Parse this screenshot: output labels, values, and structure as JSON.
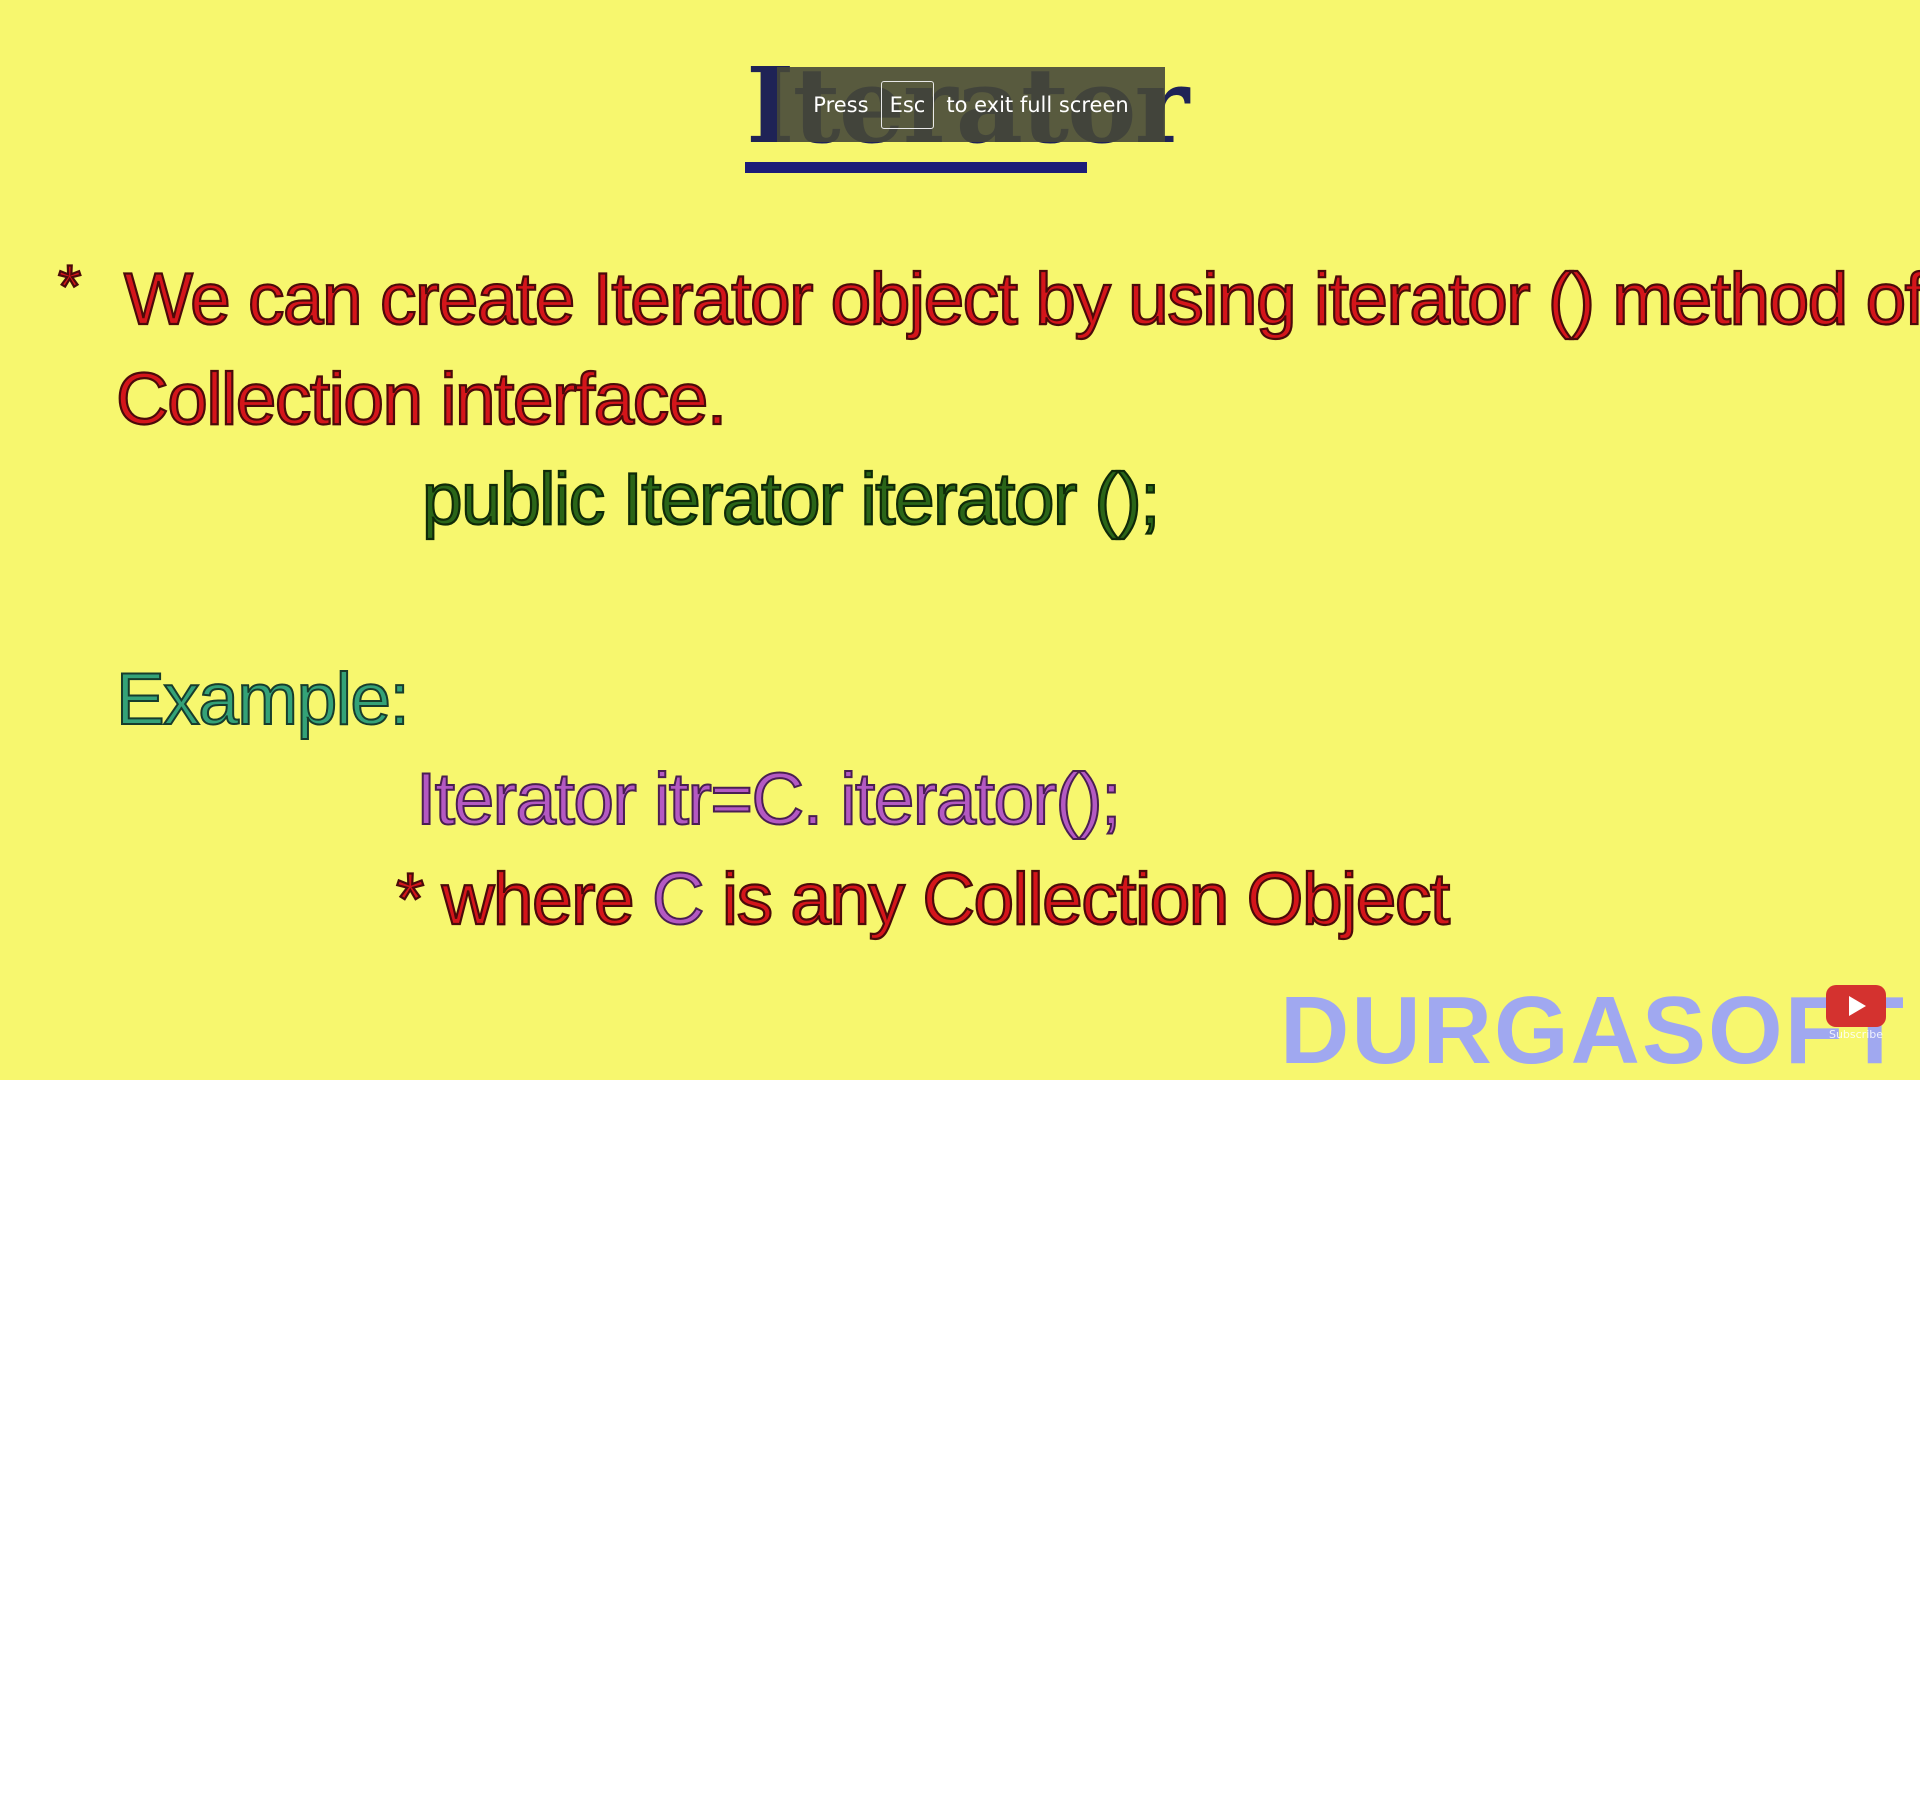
{
  "slide": {
    "title": "Iterator",
    "bullet": "*",
    "line1": "We can create Iterator object by using iterator () method of",
    "line2": "Collection interface.",
    "signature": "public Iterator iterator ();",
    "example_label": "Example:",
    "example_code": "Iterator itr=C. iterator();",
    "note": {
      "star": "*",
      "where": "where",
      "c": "C",
      "rest": "is any Collection Object"
    },
    "watermark": "DURGASOFT"
  },
  "youtube": {
    "icon": "play-icon",
    "subscribe_label": "Subscribe"
  },
  "fullscreen_notice": {
    "press": "Press",
    "key": "Esc",
    "rest": "to exit full screen"
  },
  "colors": {
    "slide_background": "#f7f76e",
    "title": "#1f2356",
    "red_text": "#d4151a",
    "green_code": "#2a6518",
    "teal_label": "#34a277",
    "purple_code": "#b459c2",
    "watermark": "#a0a8f0",
    "youtube_red": "#d4322f"
  }
}
